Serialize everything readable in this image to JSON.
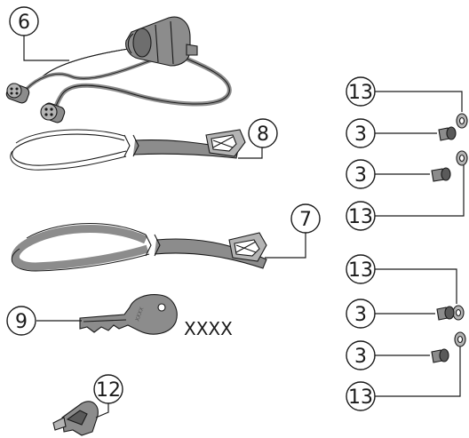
{
  "colors": {
    "line": "#1a1a1a",
    "part_fill": "#8c8c8c",
    "part_light": "#b4b4b4",
    "part_dark": "#5a5a5a"
  },
  "callouts": {
    "cable": "6",
    "strap_short": "8",
    "strap_long": "7",
    "key": "9",
    "clip": "12",
    "group1": [
      "13",
      "3",
      "3",
      "13"
    ],
    "group2": [
      "13",
      "3",
      "3",
      "13"
    ]
  },
  "key_code": "XXXX",
  "key_engraving": "XXXX"
}
